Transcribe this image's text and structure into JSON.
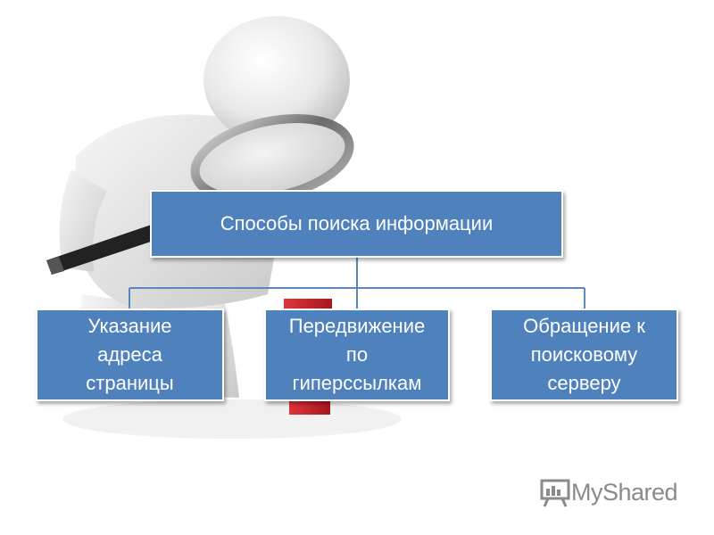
{
  "diagram": {
    "root": {
      "label": "Способы поиска информации"
    },
    "children": [
      {
        "label": "Указание\nадреса\nстраницы"
      },
      {
        "label": "Передвижение\nпо\nгиперссылкам"
      },
      {
        "label": "Обращение к\nпоисковому\nсерверу"
      }
    ]
  },
  "watermark": {
    "text": "MyShared",
    "icon": "presentation-board-icon"
  },
  "colors": {
    "box": "#4f81bd",
    "connector": "#5b87bd",
    "figure": "#e6e6e6",
    "question_mark": "#c8242c"
  }
}
